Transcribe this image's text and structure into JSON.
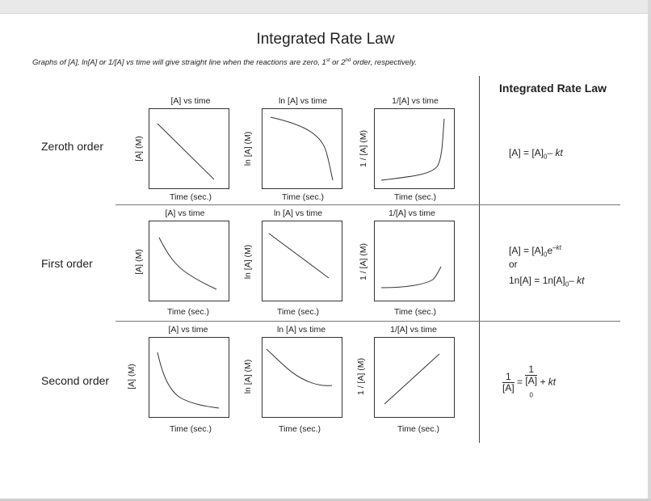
{
  "title": "Integrated Rate Law",
  "subtitle": {
    "text_a": "Graphs of [A], ln[A] or 1/[A] vs time will give straight line when the reactions are zero, 1",
    "sup1": "st",
    "text_b": " or 2",
    "sup2": "nd",
    "text_c": " order, respectively."
  },
  "right_header": "Integrated Rate Law",
  "orders": [
    "Zeroth order",
    "First order",
    "Second order"
  ],
  "plot_titles": [
    "[A] vs time",
    "ln  [A] vs time",
    "1/[A] vs time"
  ],
  "y_labels": [
    "[A] (M)",
    "ln [A] (M)",
    "1 / [A]  (M)"
  ],
  "x_label": "Time (sec.)",
  "equations": {
    "zero": {
      "a": "[A] = [A]",
      "sub": "0",
      "b": "– kt"
    },
    "first": {
      "line1_a": "[A] = [A]",
      "line1_sub": "0",
      "line1_e": "e",
      "line1_sup": "–kt",
      "or": "or",
      "line3_a": "1n[A] = 1n[A]",
      "line3_sub": "0",
      "line3_b": "– kt"
    },
    "second": {
      "f1_num": "1",
      "f1_den": "[A]",
      "eq": "=",
      "f2_num": "1",
      "f2_den": "[A]",
      "f2_sub": "0",
      "plus": "+ kt"
    }
  },
  "curve_shapes": [
    [
      "linear-decrease",
      "concave-down-decrease",
      "convex-increase"
    ],
    [
      "exponential-decay",
      "linear-decrease",
      "exponential-increase"
    ],
    [
      "steep-decay",
      "decay",
      "linear-increase"
    ]
  ]
}
